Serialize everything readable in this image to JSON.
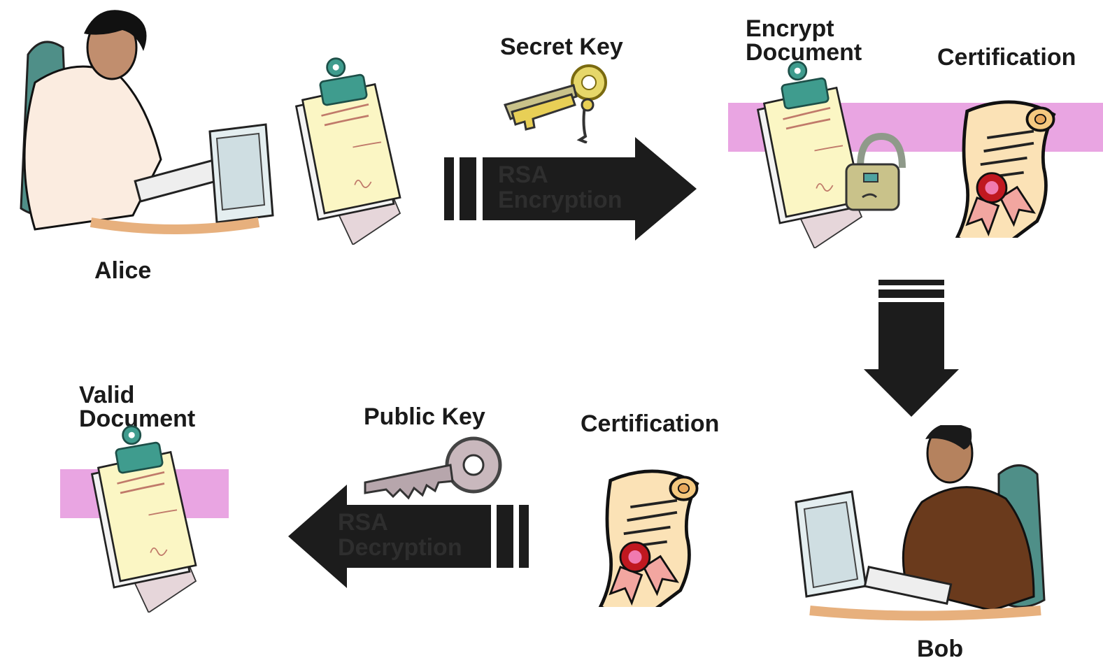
{
  "labels": {
    "alice": "Alice",
    "bob": "Bob",
    "secret_key": "Secret Key",
    "encrypt_document_line1": "Encrypt",
    "encrypt_document_line2": "Document",
    "certification_top": "Certification",
    "certification_bottom": "Certification",
    "public_key": "Public Key",
    "valid_document_line1": "Valid",
    "valid_document_line2": "Document"
  },
  "arrows": {
    "encryption_line1": "RSA",
    "encryption_line2": "Encryption",
    "decryption_line1": "RSA",
    "decryption_line2": "Decryption"
  },
  "colors": {
    "arrow": "#1c1c1c",
    "highlight_band": "#e8a0e0",
    "paper": "#fbf6c4",
    "clip": "#3f9c8e"
  }
}
